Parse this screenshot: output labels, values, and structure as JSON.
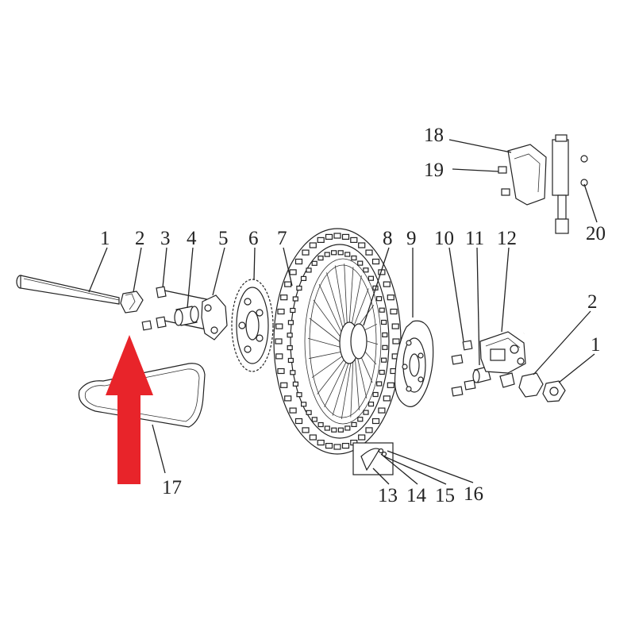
{
  "diagram": {
    "callouts": [
      "1",
      "2",
      "3",
      "4",
      "5",
      "6",
      "7",
      "8",
      "9",
      "10",
      "11",
      "12",
      "2",
      "1",
      "13",
      "14",
      "15",
      "16",
      "17",
      "18",
      "19",
      "20"
    ],
    "highlight_color": "#e8242a",
    "line_color": "#222222",
    "background": "#ffffff"
  }
}
